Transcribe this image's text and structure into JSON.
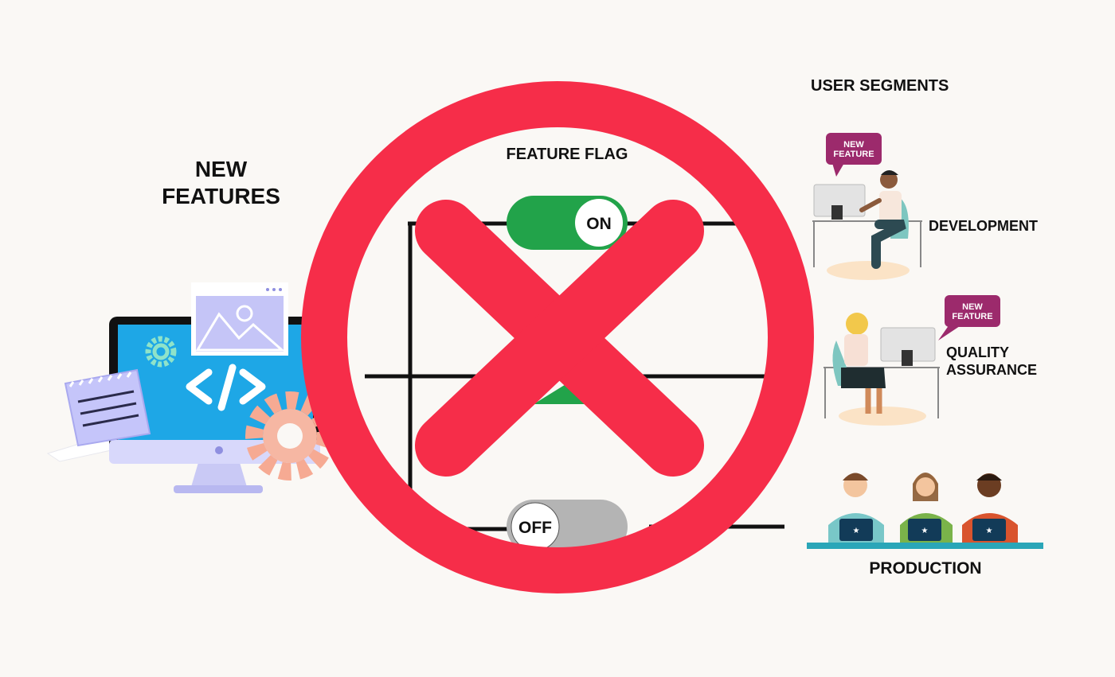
{
  "titles": {
    "new_features": "NEW\nFEATURES",
    "feature_flag": "FEATURE FLAG",
    "user_segments": "USER SEGMENTS"
  },
  "toggles": {
    "on_label": "ON",
    "off_label": "OFF"
  },
  "segments": {
    "development": "DEVELOPMENT",
    "quality_assurance": "QUALITY\nASSURANCE",
    "production": "PRODUCTION",
    "bubble_text": "NEW\nFEATURE"
  },
  "colors": {
    "background": "#faf8f5",
    "prohibition_red": "#f62d49",
    "toggle_on": "#22a34a",
    "toggle_off": "#b4b4b4",
    "monitor_blue": "#1ea7e6",
    "bubble": "#9c2a6c"
  },
  "icons": [
    "computer-code-icon",
    "gear-icon",
    "notepad-icon",
    "image-placeholder-icon",
    "prohibition-icon",
    "speech-bubble-icon",
    "person-at-desk-icon",
    "person-with-laptop-icon"
  ]
}
